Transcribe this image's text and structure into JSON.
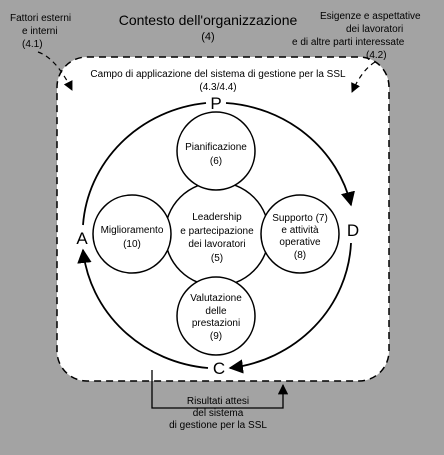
{
  "context": {
    "title": "Contesto dell'organizzazione",
    "ref": "(4)"
  },
  "external_factors": {
    "line1": "Fattori esterni",
    "line2": "e interni",
    "ref": "(4.1)"
  },
  "needs": {
    "line1": "Esigenze e aspettative",
    "line2": "dei lavoratori",
    "line3": "e di altre parti interessate",
    "ref": "(4.2)"
  },
  "scope": {
    "text": "Campo di applicazione del sistema di gestione per la SSL",
    "ref": "(4.3/4.4)"
  },
  "pdca": {
    "p": "P",
    "d": "D",
    "c": "C",
    "a": "A"
  },
  "nodes": {
    "planning": {
      "label": "Pianificazione",
      "ref": "(6)"
    },
    "support": {
      "line1": "Supporto (7)",
      "line2": "e attività",
      "line3": "operative",
      "ref": "(8)"
    },
    "evaluation": {
      "line1": "Valutazione",
      "line2": "delle",
      "line3": "prestazioni",
      "ref": "(9)"
    },
    "improvement": {
      "label": "Miglioramento",
      "ref": "(10)"
    },
    "center": {
      "line1": "Leadership",
      "line2": "e partecipazione",
      "line3": "dei lavoratori",
      "ref": "(5)"
    }
  },
  "outcomes": {
    "line1": "Risultati attesi",
    "line2": "del sistema",
    "line3": "di gestione per la SSL"
  },
  "colors": {
    "background": "#a3a3a3",
    "inner": "#ffffff",
    "line": "#000000"
  }
}
